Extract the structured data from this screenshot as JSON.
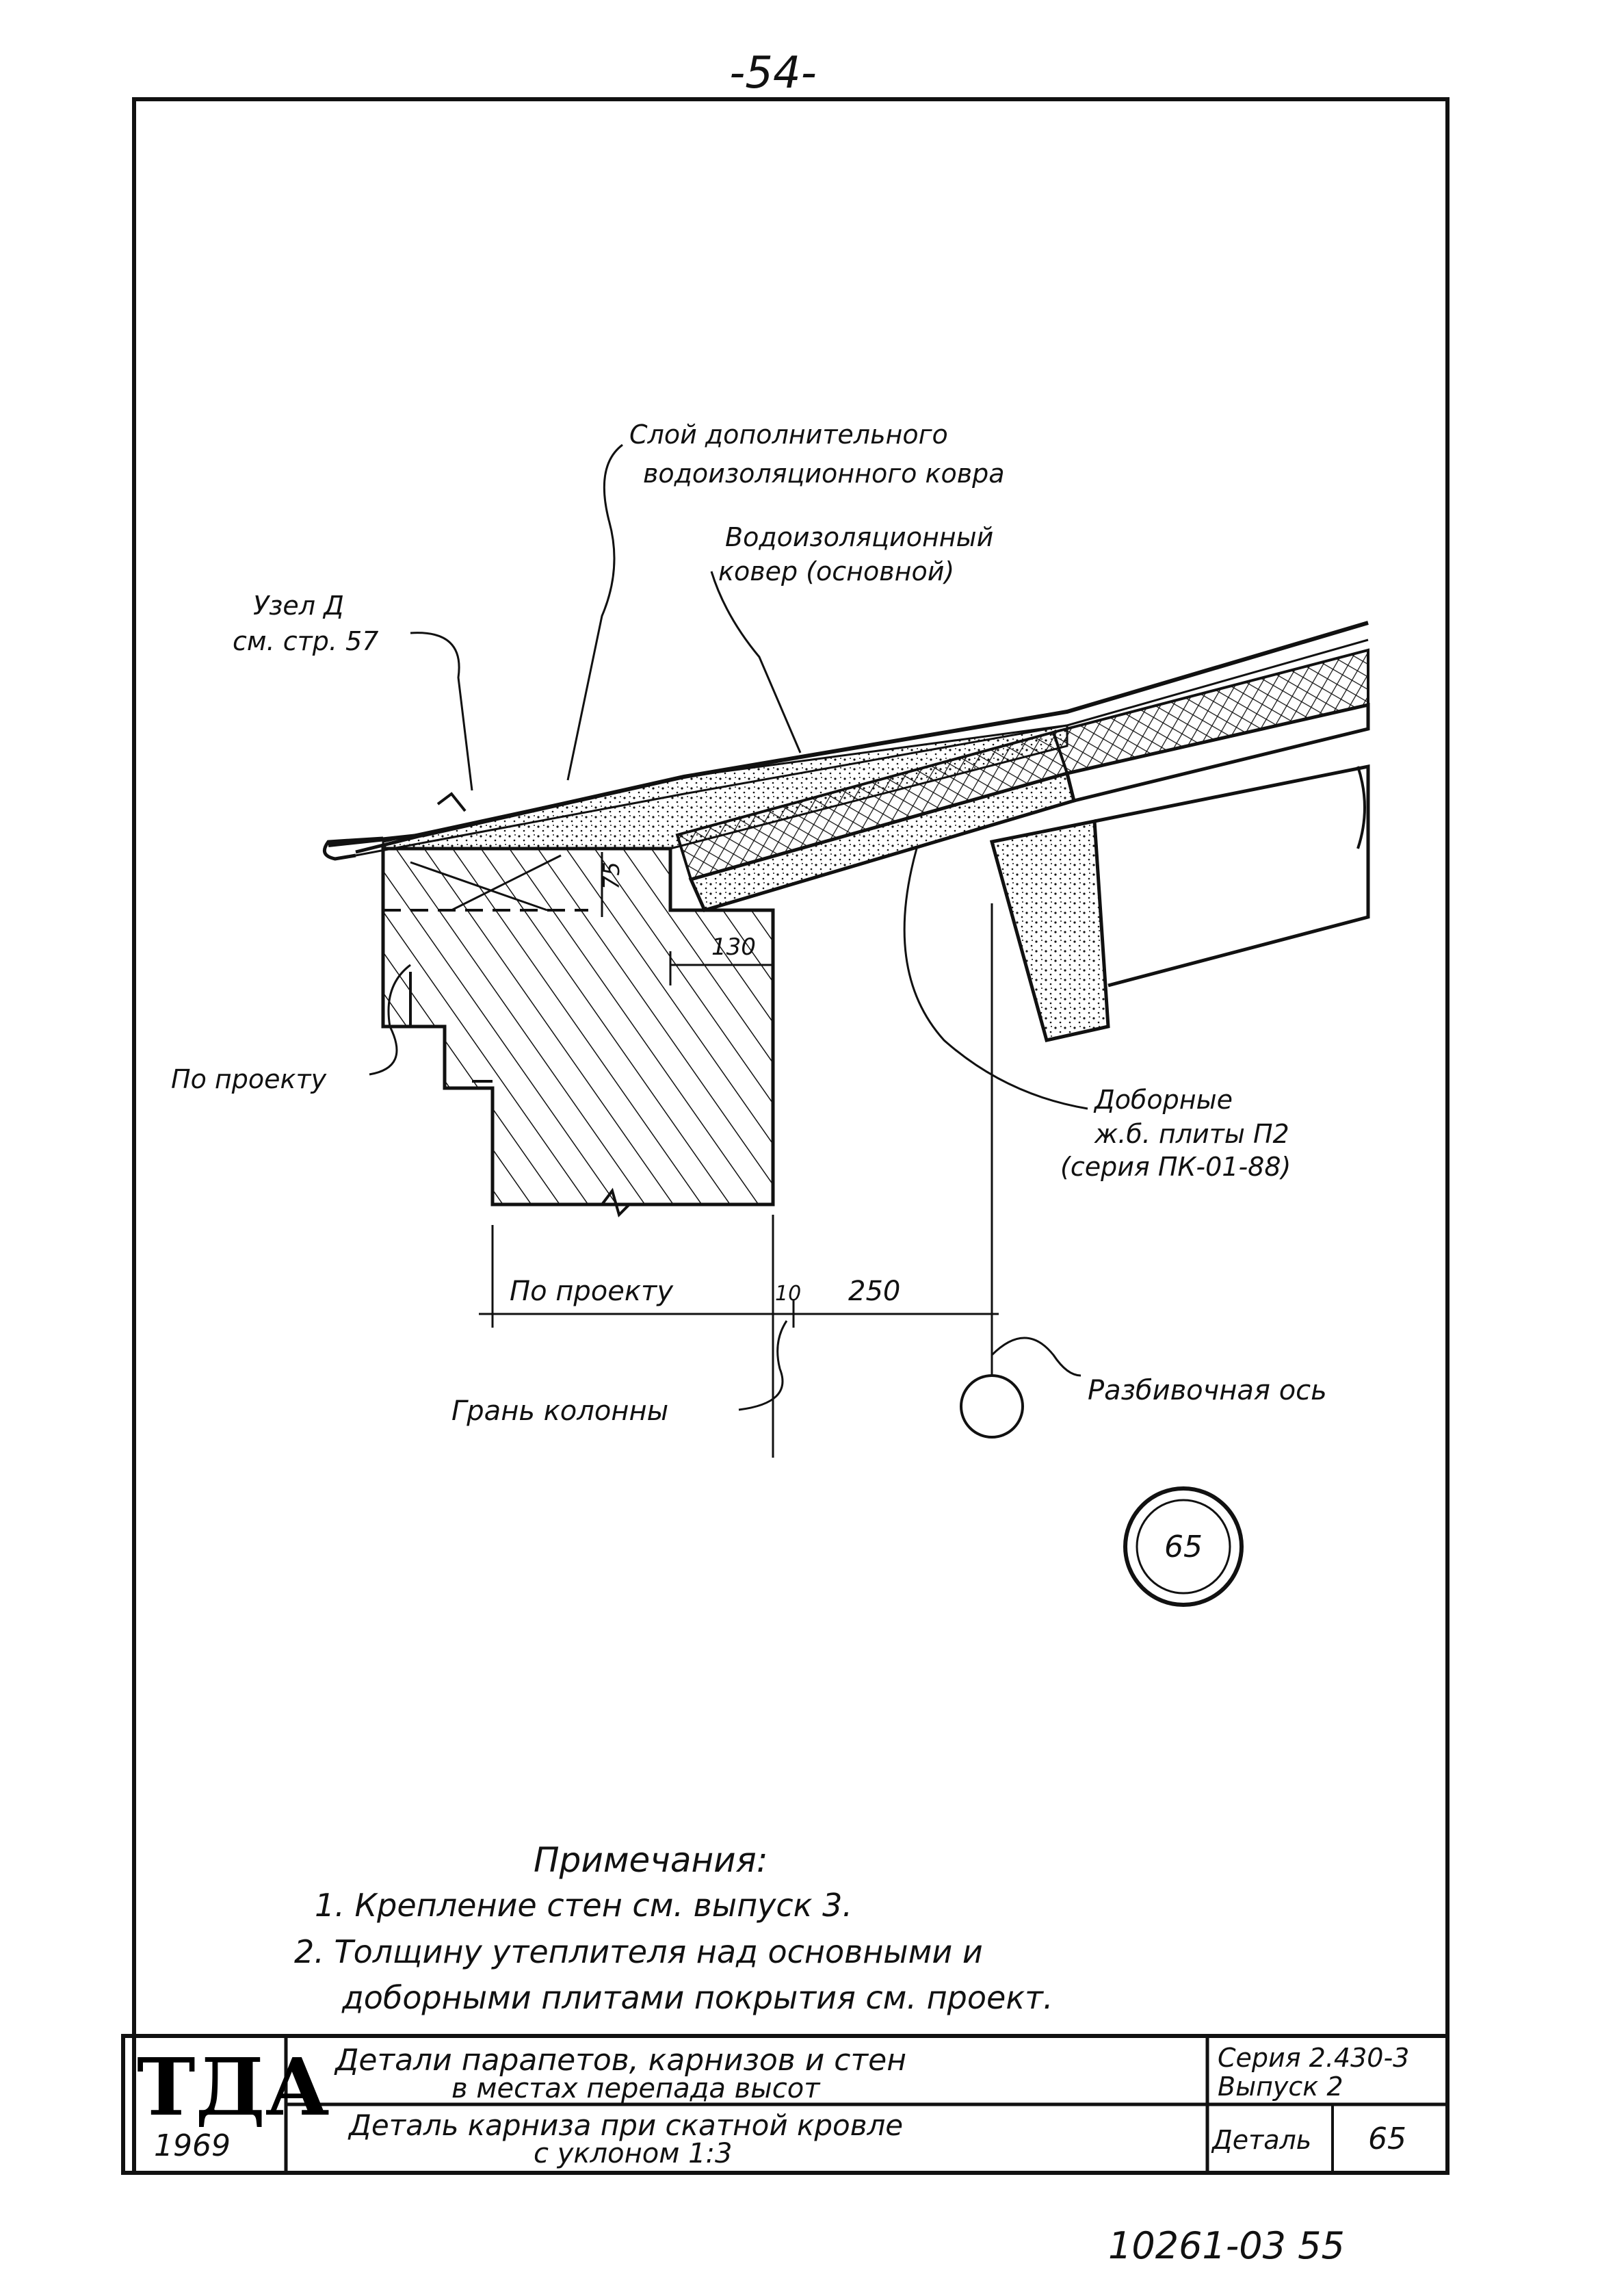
{
  "page_number": "-54-",
  "drawing": {
    "label_layer": [
      "Слой дополнительного",
      "водоизоляционного ковра"
    ],
    "label_main_carpet": [
      "Водоизоляционный",
      "ковер (основной)"
    ],
    "label_node": [
      "Узел Д",
      "см. стр. 57"
    ],
    "label_by_project_left": "По проекту",
    "label_slabs": [
      "Доборные",
      "ж.б. плиты П2",
      "(серия ПК-01-88)"
    ],
    "dim_75": "75",
    "dim_130": "130",
    "dim_by_project": "По проекту",
    "dim_10": "10",
    "dim_250": "250",
    "label_column_face": "Грань колонны",
    "label_axis": "Разбивочная ось",
    "detail_mark": "65"
  },
  "notes": {
    "heading": "Примечания:",
    "items": [
      "1. Крепление стен см. выпуск 3.",
      "2. Толщину утеплителя над основными и",
      "доборными плитами покрытия см. проект."
    ]
  },
  "title_block": {
    "logo": "ТДА",
    "year": "1969",
    "title_line1": "Детали парапетов, карнизов и стен",
    "title_line2": "в местах перепада высот",
    "subtitle_line1": "Деталь карниза при скатной кровле",
    "subtitle_line2": "с уклоном 1:3",
    "series": "Серия 2.430-3",
    "issue": "Выпуск 2",
    "detail_label": "Деталь",
    "detail_number": "65"
  },
  "footer_code": "10261-03 55"
}
